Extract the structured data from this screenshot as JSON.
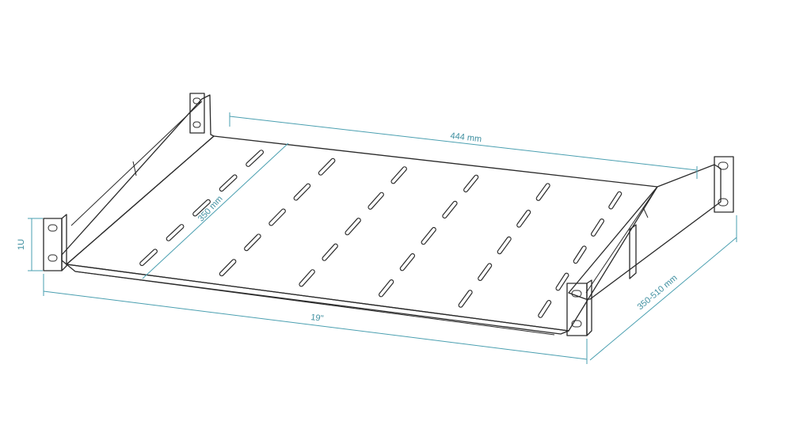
{
  "dimensions": {
    "width_top": "444 mm",
    "depth_left": "350 mm",
    "height": "1U",
    "width_front": "19\"",
    "depth_right": "350-510 mm"
  },
  "colors": {
    "outline": "#2a2a2a",
    "dimension": "#4a9fb0"
  }
}
